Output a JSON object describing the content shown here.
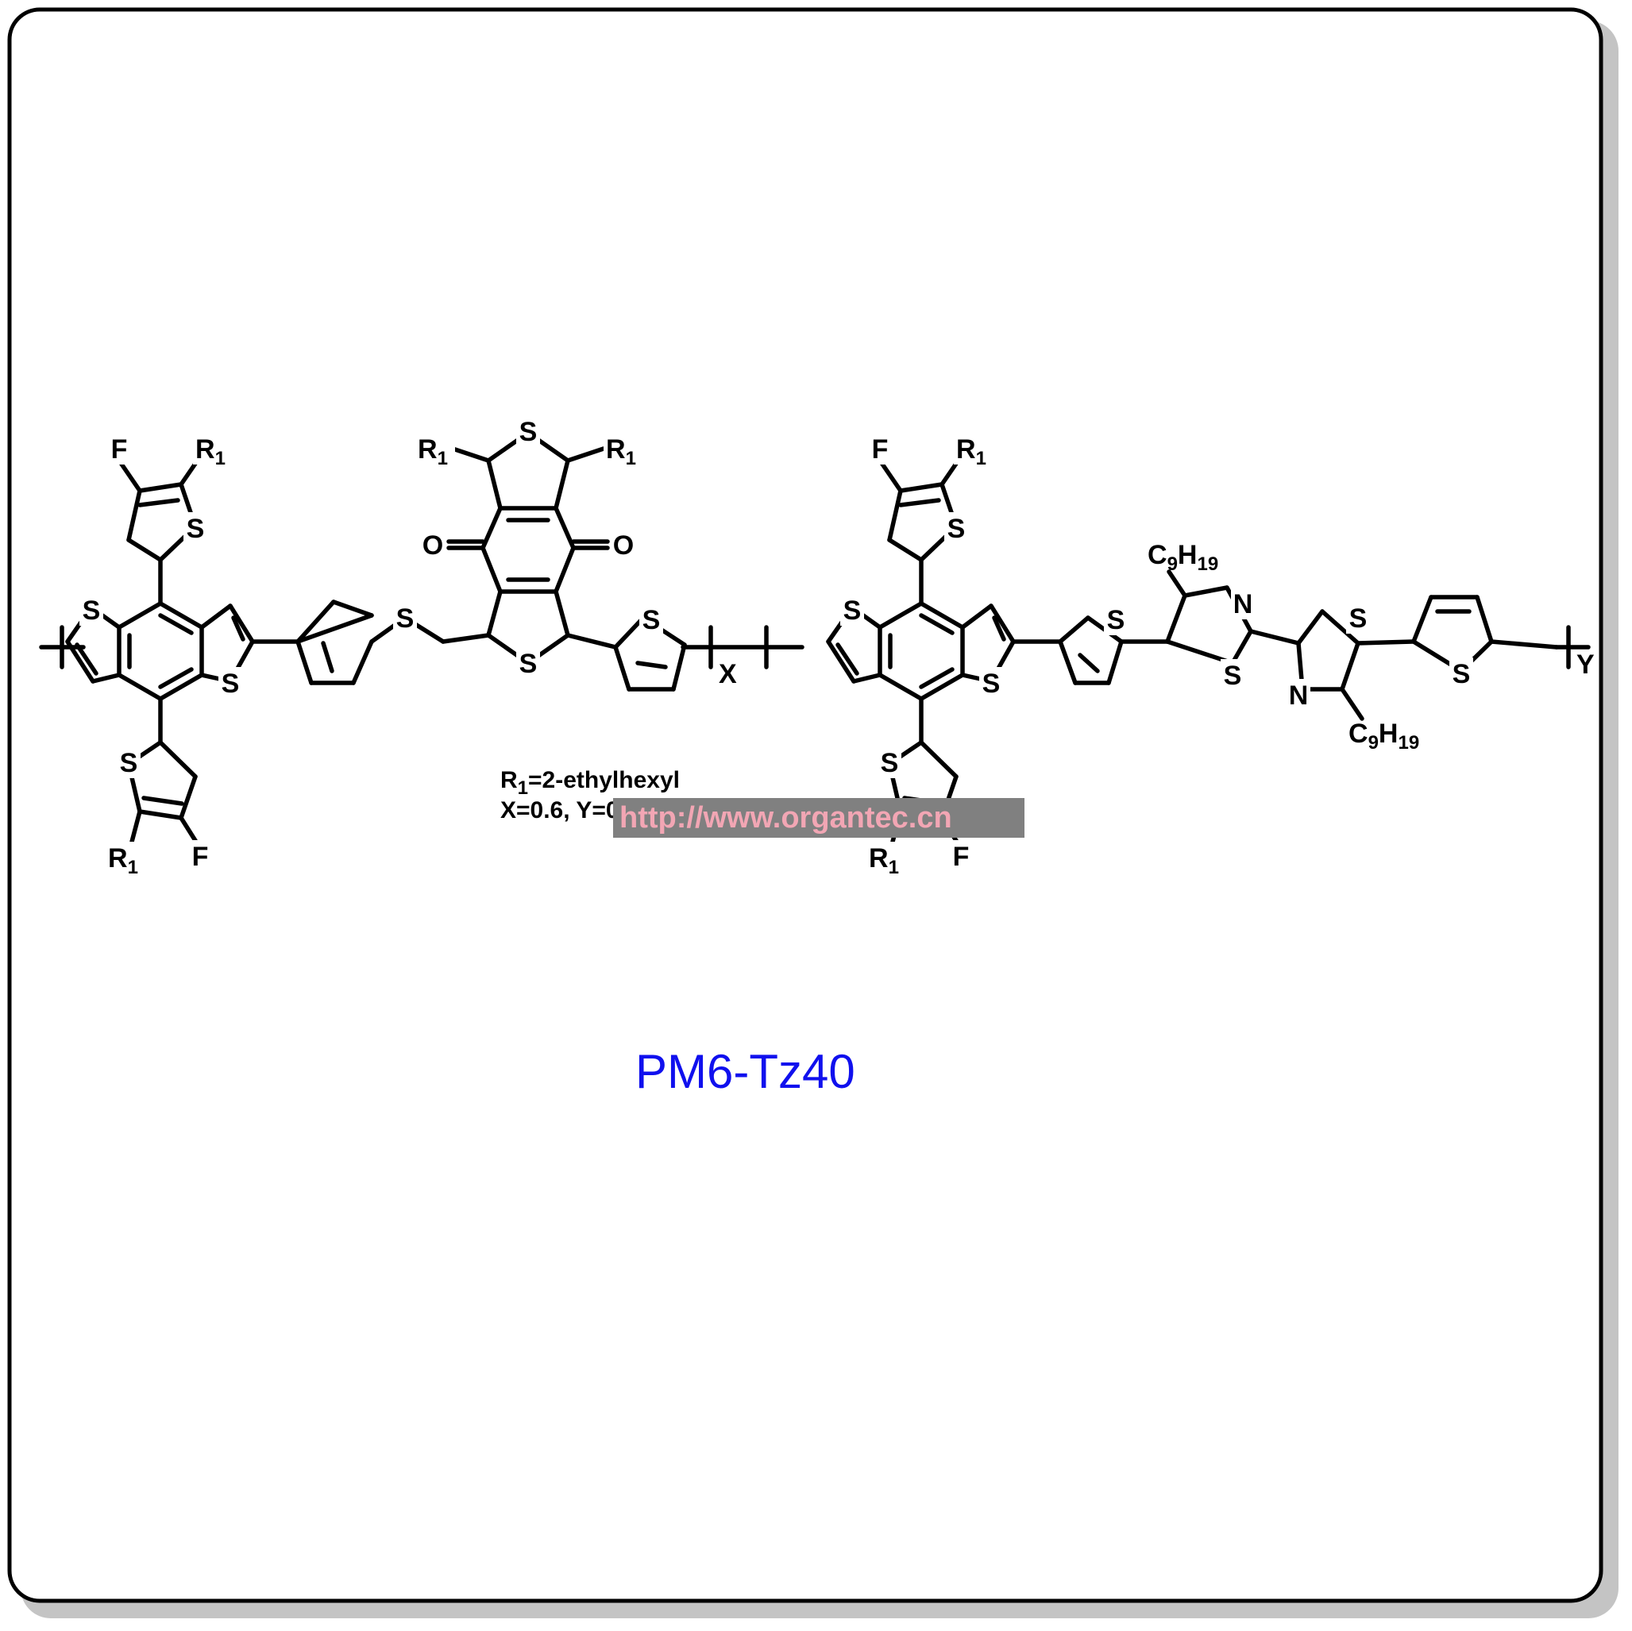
{
  "colors": {
    "fluorine": "#ff0000",
    "title": "#1010ee",
    "watermark_bg": "#808080",
    "watermark_text": "#f2a6b4",
    "frame": "#000000",
    "shadow": "#c4c4c4"
  },
  "atoms": {
    "sulfur": "S",
    "fluorine": "F",
    "oxygen": "O",
    "nitrogen": "N",
    "r_main": "R",
    "r_sub": "1",
    "c_main": "C",
    "c_sub": "9",
    "h_main": "H",
    "h_sub": "19"
  },
  "repeat": {
    "x": "X",
    "y": "Y"
  },
  "legend": {
    "r_sub": "1",
    "r_def": "=2-ethylhexyl",
    "ratio": "X=0.6, Y=0.4"
  },
  "watermark": "http://www.organtec.cn",
  "title": "PM6-Tz40"
}
